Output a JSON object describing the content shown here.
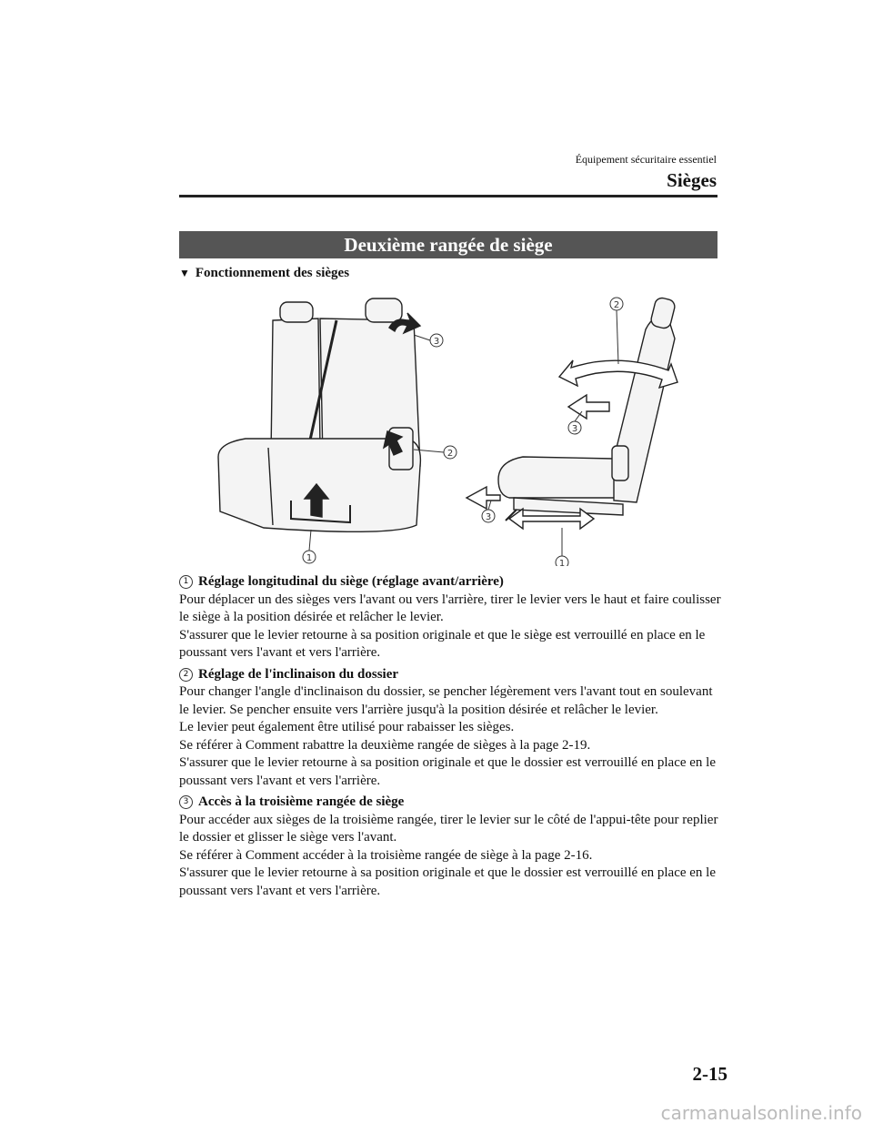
{
  "header": {
    "section": "Équipement sécuritaire essentiel",
    "title": "Sièges"
  },
  "banner": {
    "title": "Deuxième rangée de siège"
  },
  "subheading": {
    "marker": "▼",
    "text": "Fonctionnement des sièges"
  },
  "figure": {
    "callouts": [
      "1",
      "2",
      "3"
    ]
  },
  "sections": [
    {
      "number": "1",
      "heading": "Réglage longitudinal du siège (réglage avant/arrière)",
      "paragraphs": [
        "Pour déplacer un des sièges vers l'avant ou vers l'arrière, tirer le levier vers le haut et faire coulisser le siège à la position désirée et relâcher le levier.",
        "S'assurer que le levier retourne à sa position originale et que le siège est verrouillé en place en le poussant vers l'avant et vers l'arrière."
      ]
    },
    {
      "number": "2",
      "heading": "Réglage de l'inclinaison du dossier",
      "paragraphs": [
        "Pour changer l'angle d'inclinaison du dossier, se pencher légèrement vers l'avant tout en soulevant le levier. Se pencher ensuite vers l'arrière jusqu'à la position désirée et relâcher le levier.",
        "Le levier peut également être utilisé pour rabaisser les sièges.",
        "Se référer à Comment rabattre la deuxième rangée de sièges à la page 2-19.",
        "S'assurer que le levier retourne à sa position originale et que le dossier est verrouillé en place en le poussant vers l'avant et vers l'arrière."
      ]
    },
    {
      "number": "3",
      "heading": "Accès à la troisième rangée de siège",
      "paragraphs": [
        "Pour accéder aux sièges de la troisième rangée, tirer le levier sur le côté de l'appui-tête pour replier le dossier et glisser le siège vers l'avant.",
        "Se référer à Comment accéder à la troisième rangée de siège à la page 2-16.",
        "S'assurer que le levier retourne à sa position originale et que le dossier est verrouillé en place en le poussant vers l'avant et vers l'arrière."
      ]
    }
  ],
  "page_number": "2-15",
  "watermark": "carmanualsonline.info"
}
